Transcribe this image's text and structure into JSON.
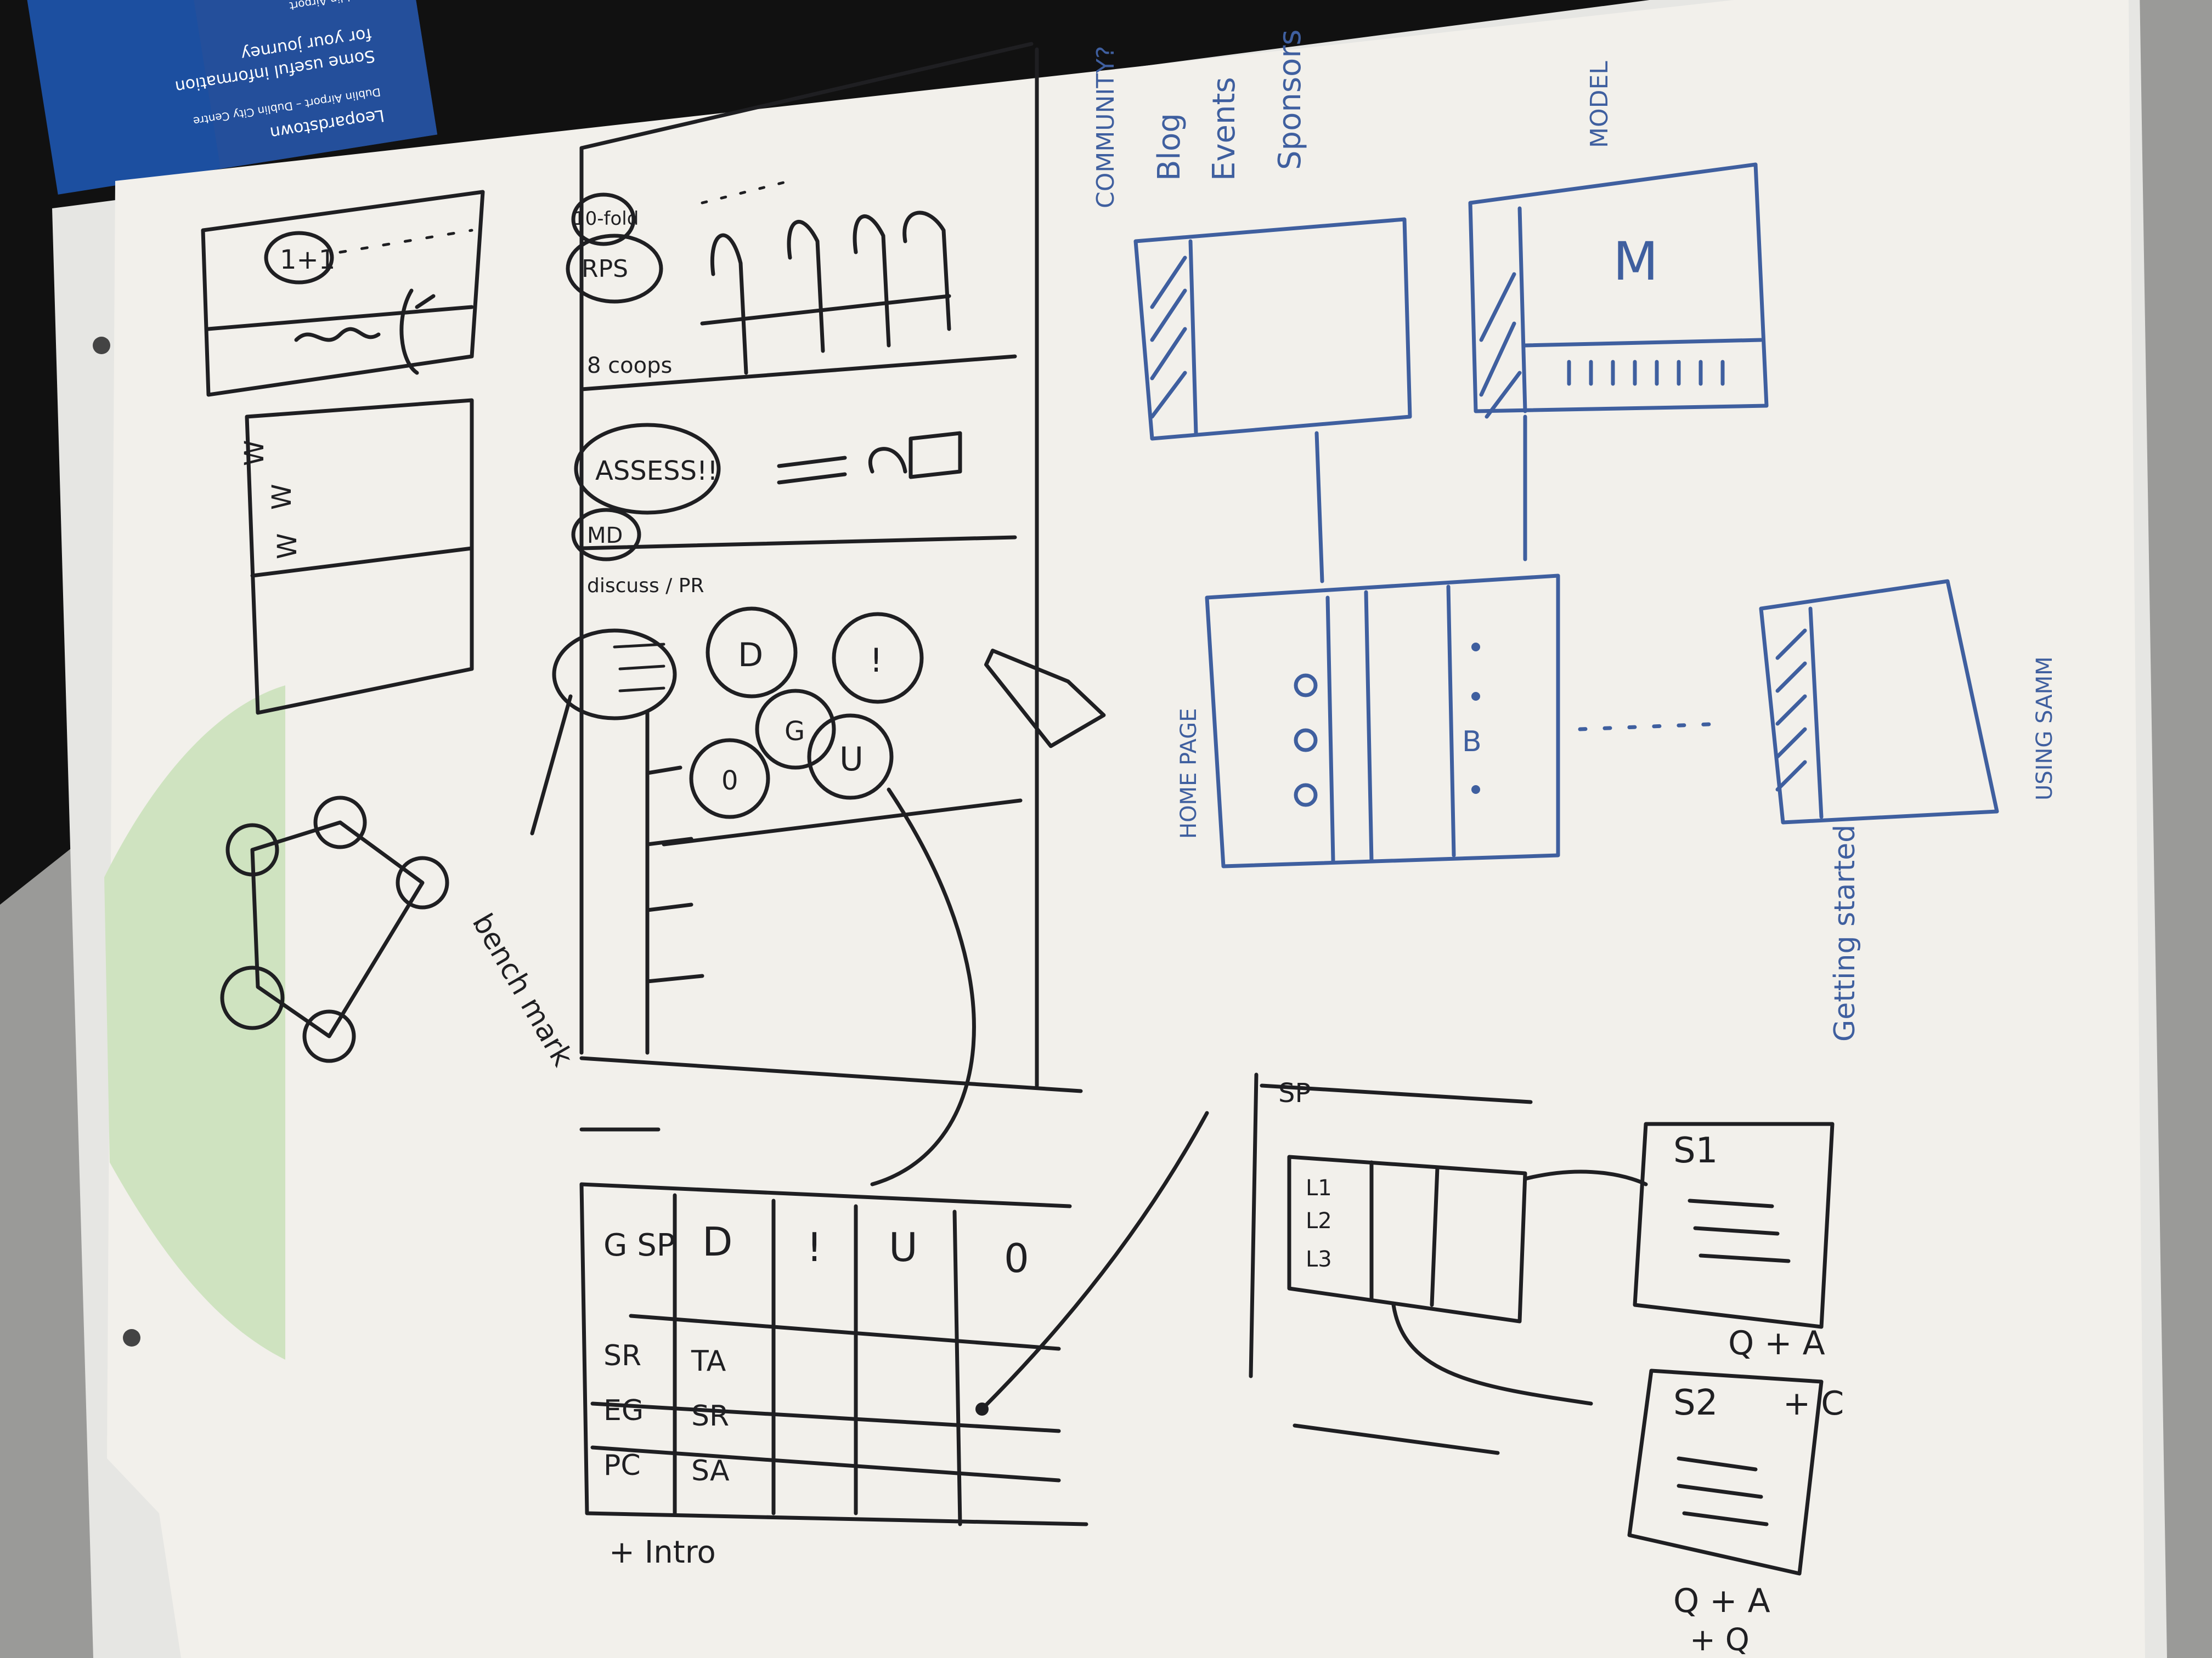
{
  "colors": {
    "background_metal": "#9a9a98",
    "stovetop": "#111111",
    "paper": "#f2f0eb",
    "paper_edge": "#e6e6e3",
    "pen_black": "#1f1f22",
    "pen_blue": "#3f5f9f",
    "brochure_blue": "#1c4fa0",
    "accent_green": "#cfe3c0"
  },
  "brochure": {
    "lines": [
      "Leopardstown",
      "Dublin Airport – Dublin City Centre",
      "Some useful information",
      "for your journey",
      "Dublin Airport"
    ]
  },
  "sketch": {
    "wireframe_top_labels": [
      "1+1",
      "~~~"
    ],
    "list_letters": [
      "W",
      "W",
      "W"
    ],
    "benchmark_label": "bench mark",
    "column_labels": [
      "10-fold",
      "RPS",
      "8 coops",
      "ASSESS!!",
      "MD",
      "discuss / PR"
    ],
    "bubble_letters": [
      "D",
      "!",
      "U",
      "G",
      "0"
    ],
    "grid_header": [
      "G SP",
      "D",
      "!",
      "U",
      "0"
    ],
    "grid_rows": [
      [
        "SR",
        "TA"
      ],
      [
        "EG",
        "SR"
      ],
      [
        "PC",
        "SA"
      ]
    ],
    "grid_footer": "+ Intro",
    "blue_section_labels": [
      "COMMUNITY?",
      "Blog",
      "Events",
      "Sponsors"
    ],
    "model_label": "MODEL",
    "model_box_letter": "M",
    "home_page_label": "HOME PAGE",
    "home_page_mark": "B",
    "getting_started_label": "Getting started",
    "using_samm_label": "USING SAMM",
    "sp_label": "SP",
    "sp_rows": [
      "L1",
      "L2",
      "L3"
    ],
    "stream_labels": [
      "S1",
      "S2"
    ],
    "qa_labels": [
      "Q + A",
      "+ C",
      "Q + A",
      "+ Q"
    ]
  }
}
